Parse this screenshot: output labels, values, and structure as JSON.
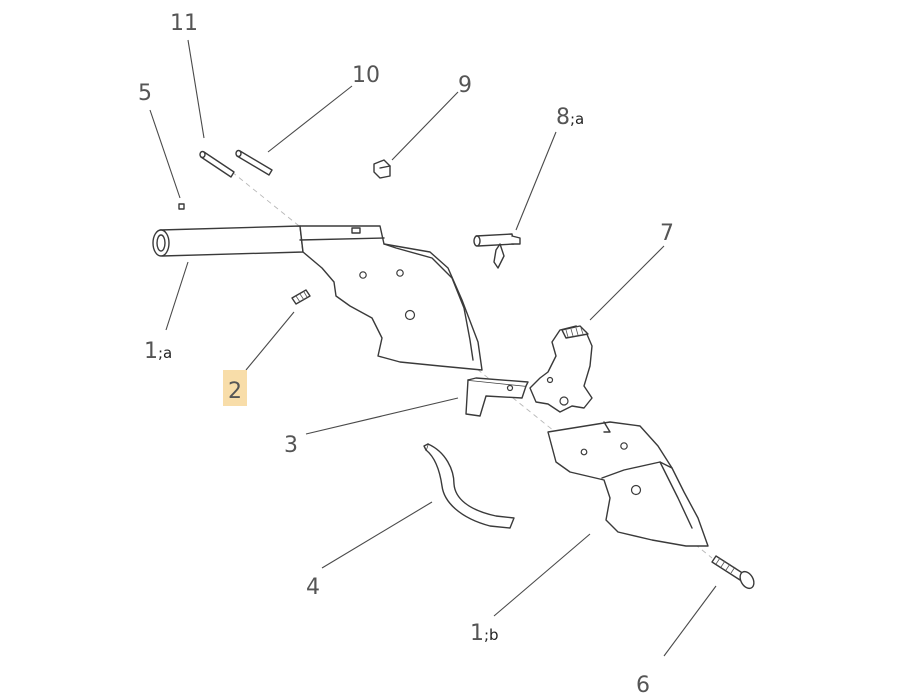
{
  "callouts": {
    "c11": "11",
    "c10": "10",
    "c9": "9",
    "c5": "5",
    "c8a_num": "8",
    "c8a_sub": ";a",
    "c7": "7",
    "c1a_num": "1",
    "c1a_sub": ";a",
    "c2": "2",
    "c3": "3",
    "c4": "4",
    "c1b_num": "1",
    "c1b_sub": ";b",
    "c6": "6"
  },
  "highlight": {
    "callout": "2",
    "color": "#f7d79a"
  }
}
